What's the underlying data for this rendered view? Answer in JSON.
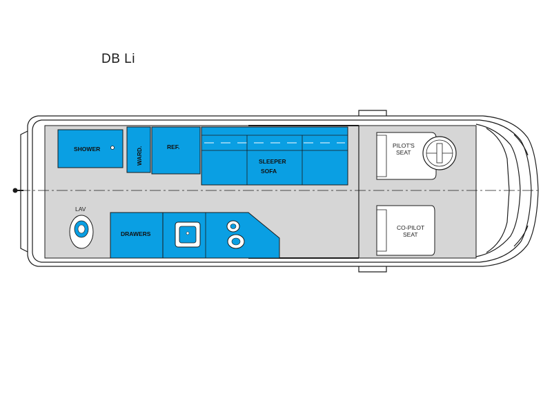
{
  "title": "DB Li",
  "colors": {
    "accent_blue": "#0a9fe3",
    "floor_gray": "#d6d6d6",
    "outline": "#1a1a1a",
    "seat_fill": "#ffffff"
  },
  "labels": {
    "shower": "SHOWER",
    "wardrobe": "WARD.",
    "refrigerator": "REF.",
    "sleeper_sofa_line1": "SLEEPER",
    "sleeper_sofa_line2": "SOFA",
    "lav": "LAV",
    "drawers": "DRAWERS",
    "pilot_seat_line1": "PILOT'S",
    "pilot_seat_line2": "SEAT",
    "copilot_seat_line1": "CO-PILOT",
    "copilot_seat_line2": "SEAT"
  },
  "icons": {
    "steering_wheel": "steering-wheel-icon",
    "toilet": "toilet-icon",
    "sink": "sink-icon",
    "cooktop": "cooktop-icon",
    "shower_drain": "shower-drain-icon"
  }
}
